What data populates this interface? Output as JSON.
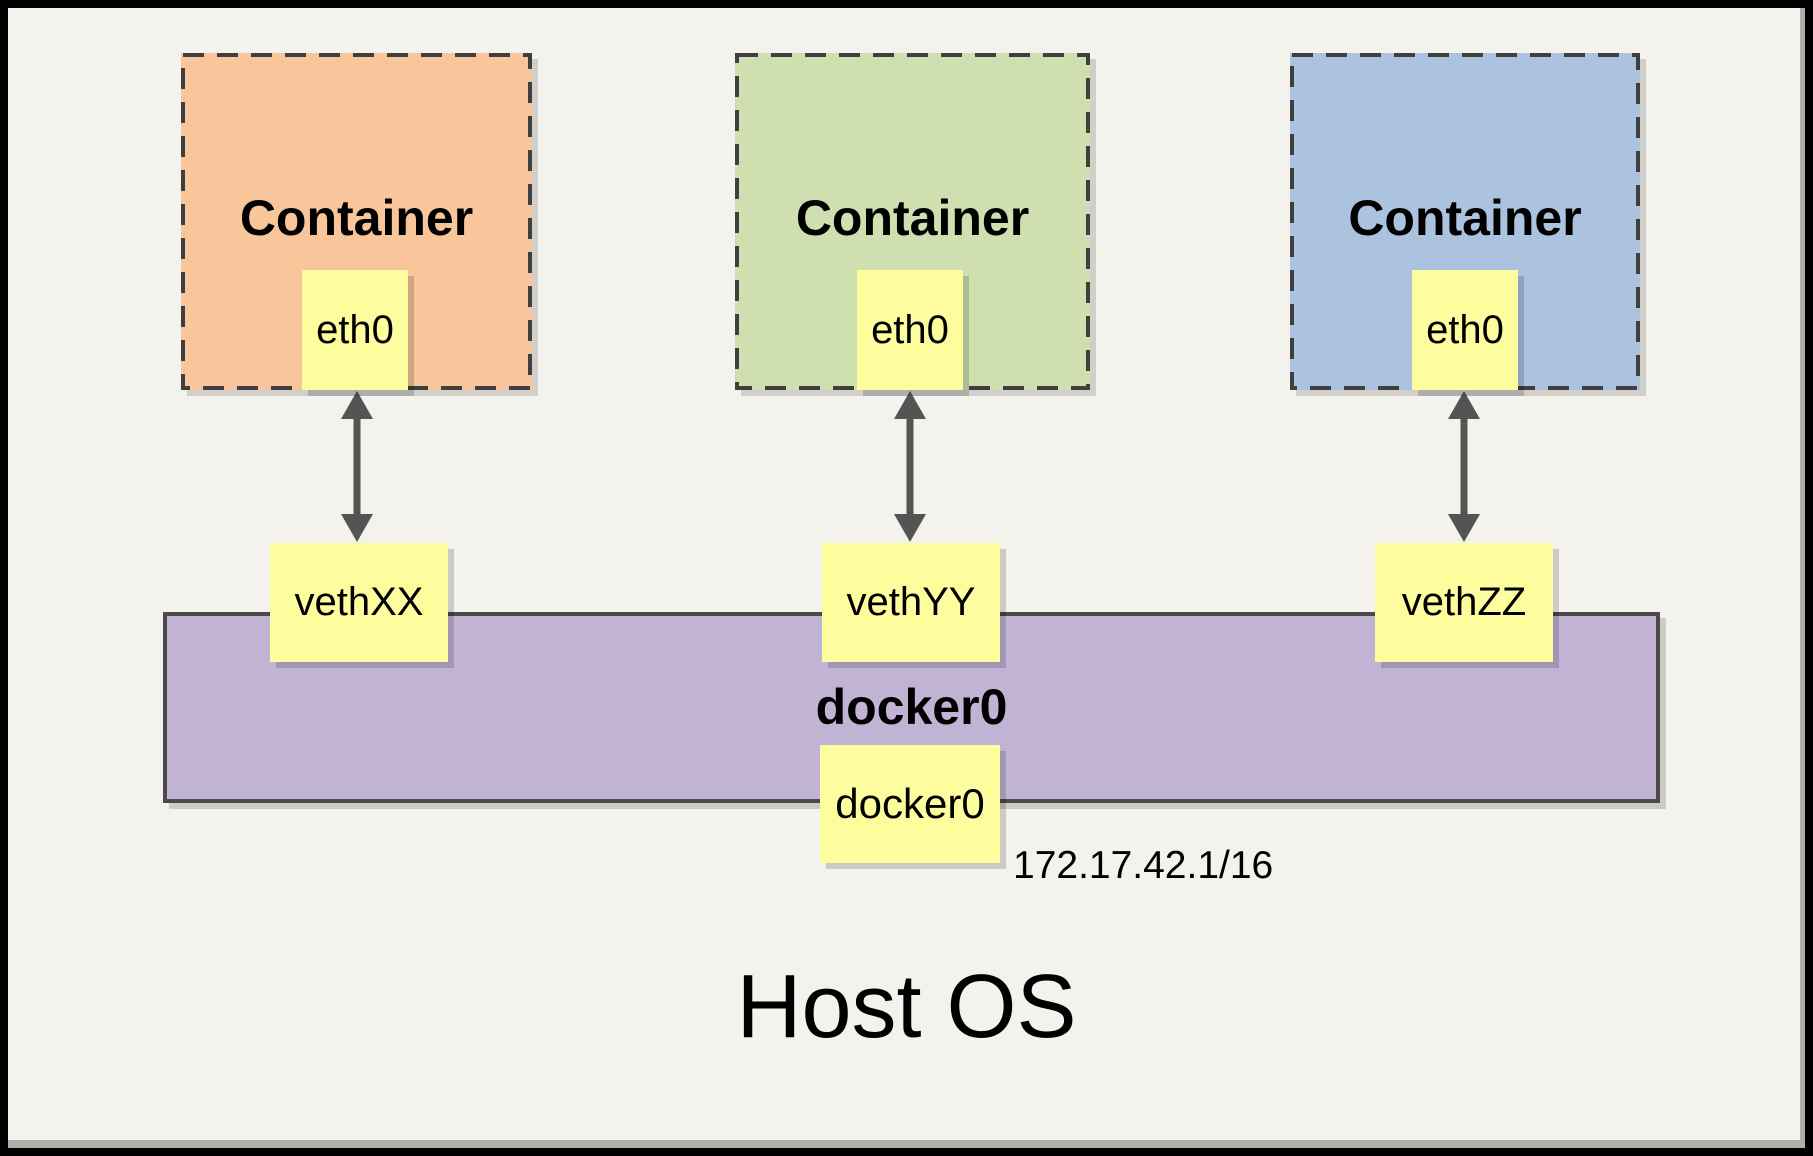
{
  "diagram": {
    "host": {
      "label": "Host OS"
    },
    "containers": [
      {
        "label": "Container",
        "interface": "eth0",
        "veth": "vethXX",
        "fill": "#F9C59A"
      },
      {
        "label": "Container",
        "interface": "eth0",
        "veth": "vethYY",
        "fill": "#CFDFB0"
      },
      {
        "label": "Container",
        "interface": "eth0",
        "veth": "vethZZ",
        "fill": "#ACC3E0"
      }
    ],
    "bridge": {
      "label": "docker0",
      "interface": "docker0",
      "ip": "172.17.42.1/16",
      "fill": "#C1B3D4"
    },
    "colors": {
      "background": "#F4F2EC",
      "interface_box": "#FDFD9D",
      "dashed_border": "#3F3F3F",
      "bridge_border": "#4A4A4A",
      "arrow": "#545454",
      "outer_border": "#000000"
    }
  }
}
